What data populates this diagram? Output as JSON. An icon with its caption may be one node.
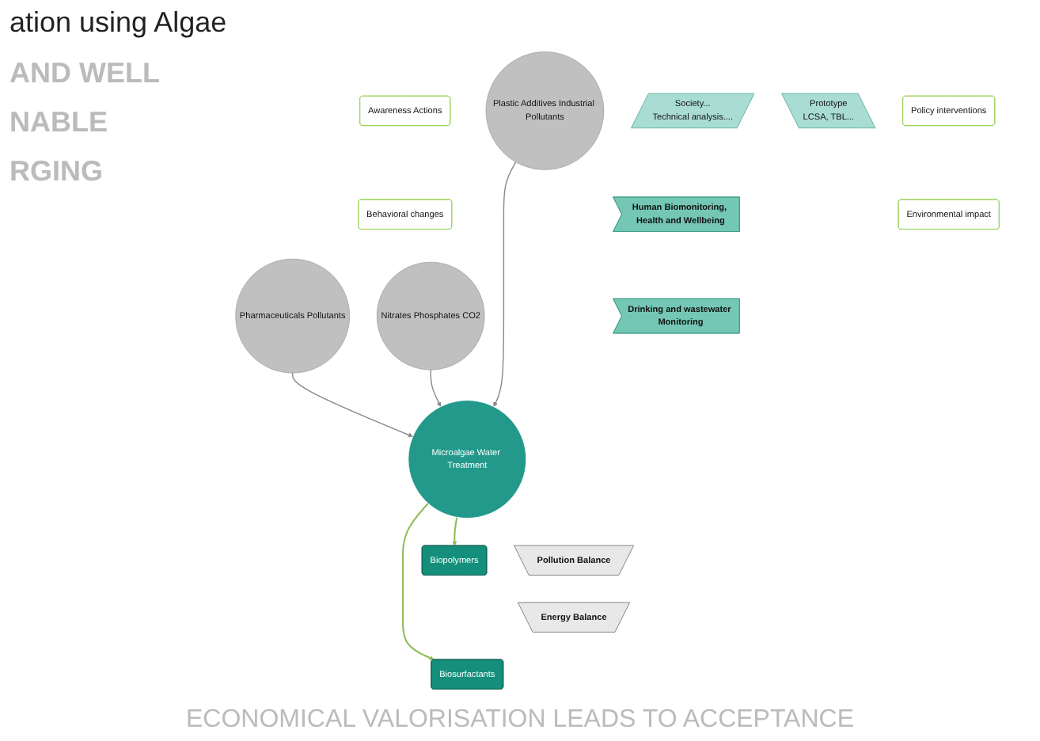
{
  "diagram": {
    "nodes": [
      {
        "text": [
          "Pharmaceuticals Pollutants"
        ]
      },
      {
        "text": [
          "Plastic Additives Industrial Pollutants"
        ]
      },
      {
        "text": [
          "Nitrates Phosphates CO2"
        ]
      },
      {
        "text": [
          "Human Biomonitoring, Health and Wellbeing"
        ]
      },
      {
        "text": [
          "Drinking and wastewater Monitoring"
        ]
      },
      {
        "text": [
          "Awareness Actions"
        ]
      },
      {
        "text": [
          "Society...",
          "Technical analysis...."
        ]
      },
      {
        "text": [
          "Microalgae Water Treatment"
        ]
      },
      {
        "text": [
          "Prototype",
          "LCSA, TBL..."
        ]
      },
      {
        "text": [
          "Policy interventions"
        ]
      },
      {
        "text": [
          "Behavioral changes"
        ]
      },
      {
        "text": [
          "Environmental impact"
        ]
      },
      {
        "text": [
          "Pollution Balance"
        ]
      },
      {
        "text": [
          "Energy Balance"
        ]
      },
      {
        "text": [
          "Biosurfactants"
        ]
      },
      {
        "text": [
          "Biopolymers"
        ]
      }
    ],
    "edges": [
      {
        "from": 0,
        "to": 7,
        "arrow": "to"
      },
      {
        "from": 1,
        "to": 7,
        "arrow": "to"
      },
      {
        "from": 2,
        "to": 7,
        "arrow": "to"
      },
      {
        "from": 7,
        "to": 14,
        "arrow": "to",
        "color": "#8fbc5a"
      },
      {
        "from": 7,
        "to": 15,
        "arrow": "to",
        "color": "#8fbc5a"
      }
    ],
    "labels": [
      "ation using Algae",
      "AND WELL",
      "NABLE",
      "RGING",
      "ECONOMICAL VALORISATION LEADS TO ACCEPTANCE"
    ]
  }
}
